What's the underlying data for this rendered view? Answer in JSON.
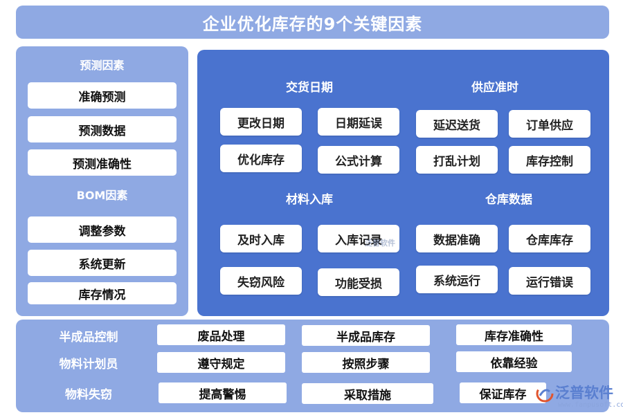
{
  "title": "企业优化库存的9个关键因素",
  "left": {
    "forecast_title": "预测因素",
    "forecast_items": [
      "准确预测",
      "预测数据",
      "预测准确性"
    ],
    "bom_title": "BOM因素",
    "bom_items": [
      "调整参数",
      "系统更新",
      "库存情况"
    ]
  },
  "main": {
    "groups": [
      {
        "title": "交货日期",
        "items": [
          "更改日期",
          "日期延误",
          "优化库存",
          "公式计算"
        ]
      },
      {
        "title": "供应准时",
        "items": [
          "延迟送货",
          "订单供应",
          "打乱计划",
          "库存控制"
        ]
      },
      {
        "title": "材料入库",
        "items": [
          "及时入库",
          "入库记录",
          "失窃风险",
          "功能受损"
        ]
      },
      {
        "title": "仓库数据",
        "items": [
          "数据准确",
          "仓库库存",
          "系统运行",
          "运行错误"
        ]
      }
    ]
  },
  "bottom": {
    "rows": [
      {
        "label": "半成品控制",
        "items": [
          "废品处理",
          "半成品库存",
          "库存准确性"
        ]
      },
      {
        "label": "物料计划员",
        "items": [
          "遵守规定",
          "按照步骤",
          "依靠经验"
        ]
      },
      {
        "label": "物料失窃",
        "items": [
          "提高警惕",
          "采取措施",
          "保证库存"
        ]
      }
    ]
  },
  "watermark": "泛普软件",
  "logo": {
    "name": "泛普软件",
    "url": "www.fanpusoft.com"
  },
  "colors": {
    "light_panel": "#8fa9e3",
    "main_panel": "#4a73cf",
    "box": "#ffffff"
  }
}
